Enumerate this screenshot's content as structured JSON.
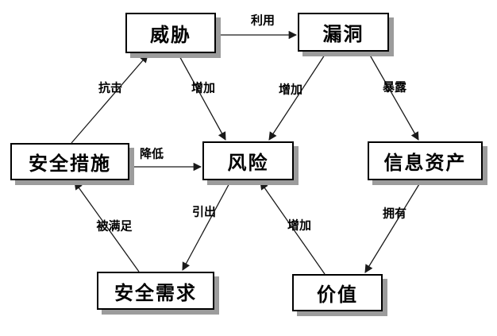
{
  "diagram": {
    "colors": {
      "background": "#ffffff",
      "node_fill": "#ffffff",
      "node_border": "#000000",
      "node_shadow": "#9c9c9c",
      "line": "#1a1a1a",
      "text": "#000000"
    },
    "nodes": [
      {
        "id": "threat",
        "label": "威胁"
      },
      {
        "id": "vulnerability",
        "label": "漏洞"
      },
      {
        "id": "safeguard",
        "label": "安全措施"
      },
      {
        "id": "risk",
        "label": "风险"
      },
      {
        "id": "asset",
        "label": "信息资产"
      },
      {
        "id": "requirement",
        "label": "安全需求"
      },
      {
        "id": "value",
        "label": "价值"
      }
    ],
    "edges": [
      {
        "id": "exploit",
        "label": "利用",
        "from": "威胁",
        "to": "漏洞"
      },
      {
        "id": "resist",
        "label": "抗击",
        "from": "安全措施",
        "to": "威胁"
      },
      {
        "id": "increase-threat",
        "label": "增加",
        "from": "威胁",
        "to": "风险"
      },
      {
        "id": "increase-vuln",
        "label": "增加",
        "from": "漏洞",
        "to": "风险"
      },
      {
        "id": "expose",
        "label": "暴露",
        "from": "漏洞",
        "to": "信息资产"
      },
      {
        "id": "reduce",
        "label": "降低",
        "from": "安全措施",
        "to": "风险"
      },
      {
        "id": "derive",
        "label": "引出",
        "from": "风险",
        "to": "安全需求"
      },
      {
        "id": "satisfied",
        "label": "被满足",
        "from": "安全需求",
        "to": "安全措施"
      },
      {
        "id": "increase-value",
        "label": "增加",
        "from": "价值",
        "to": "风险"
      },
      {
        "id": "own",
        "label": "拥有",
        "from": "信息资产",
        "to": "价值"
      }
    ]
  }
}
